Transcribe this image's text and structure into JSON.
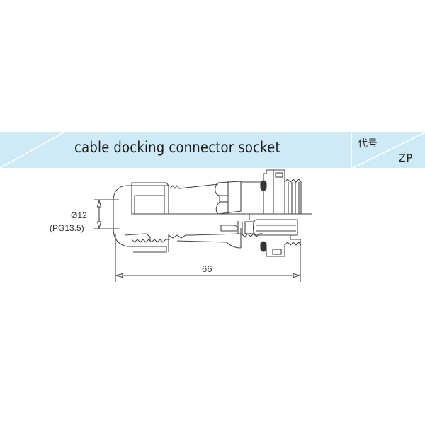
{
  "header": {
    "title": "cable docking connector socket",
    "code_label": "代号",
    "code_value": "ZP",
    "background_color": "#cfeaf7"
  },
  "drawing": {
    "subject": "cable docking connector socket cross-section",
    "dimensions": {
      "diameter_label": "Ø12",
      "thread_label": "(PG13.5)",
      "length_label": "66"
    },
    "line_color": "#444444"
  }
}
